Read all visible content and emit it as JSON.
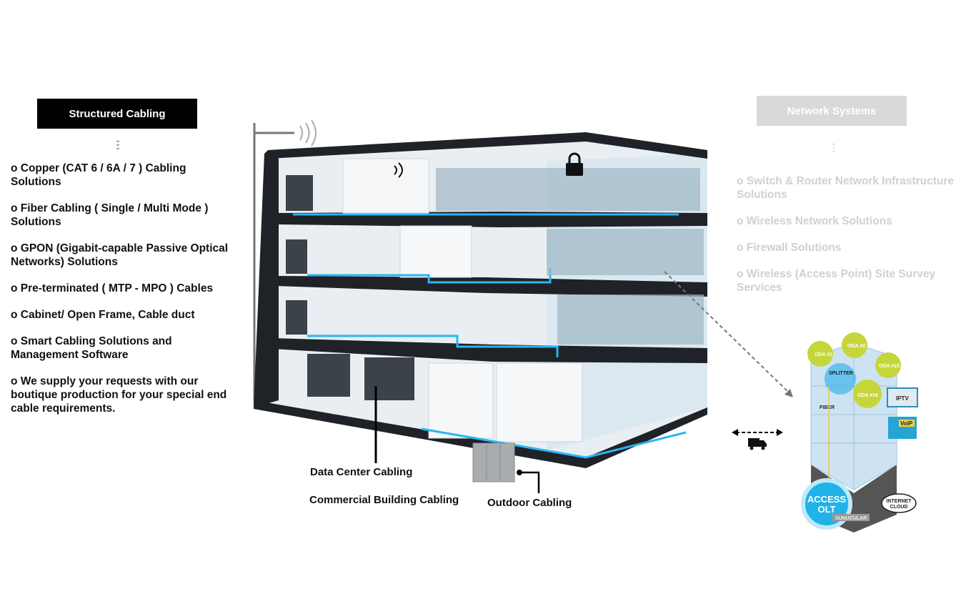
{
  "left": {
    "header": "Structured Cabling",
    "items": [
      "o Copper (CAT 6 / 6A  / 7 ) Cabling Solutions",
      "o Fiber Cabling ( Single / Multi Mode ) Solutions",
      "o GPON (Gigabit-capable Passive Optical Networks) Solutions",
      "o Pre-terminated ( MTP - MPO ) Cables",
      "o Cabinet/ Open Frame, Cable duct",
      "o  Smart Cabling Solutions and Management Software",
      "o We supply your requests with our boutique production for your special end cable requirements."
    ]
  },
  "right": {
    "header": "Network Systems",
    "items": [
      "o Switch & Router Network Infrastructure Solutions",
      "o Wireless Network Solutions",
      "o Firewall Solutions",
      "o Wireless (Access Point) Site Survey Services"
    ]
  },
  "building_labels": {
    "data_center": "Data Center Cabling",
    "commercial": "Commercial Building Cabling",
    "outdoor": "Outdoor Cabling"
  },
  "gpon": {
    "oda": [
      "ODA #1",
      "ODA #2",
      "ODA #15",
      "ODA #16"
    ],
    "splitter": "SPLITTER",
    "fiber": "FIBER",
    "iptv": "IPTV",
    "voip": "VoIP",
    "olt_line1": "ACCESS",
    "olt_line2": "OLT",
    "sunucular": "SUNUCULAR",
    "cloud_line1": "INTERNET",
    "cloud_line2": "CLOUD"
  },
  "colors": {
    "header_left": "#000000",
    "header_right": "#d9d9d9",
    "right_text": "#d4d4d4",
    "cable": "#29b6f6",
    "oda": "#c5d63a"
  }
}
